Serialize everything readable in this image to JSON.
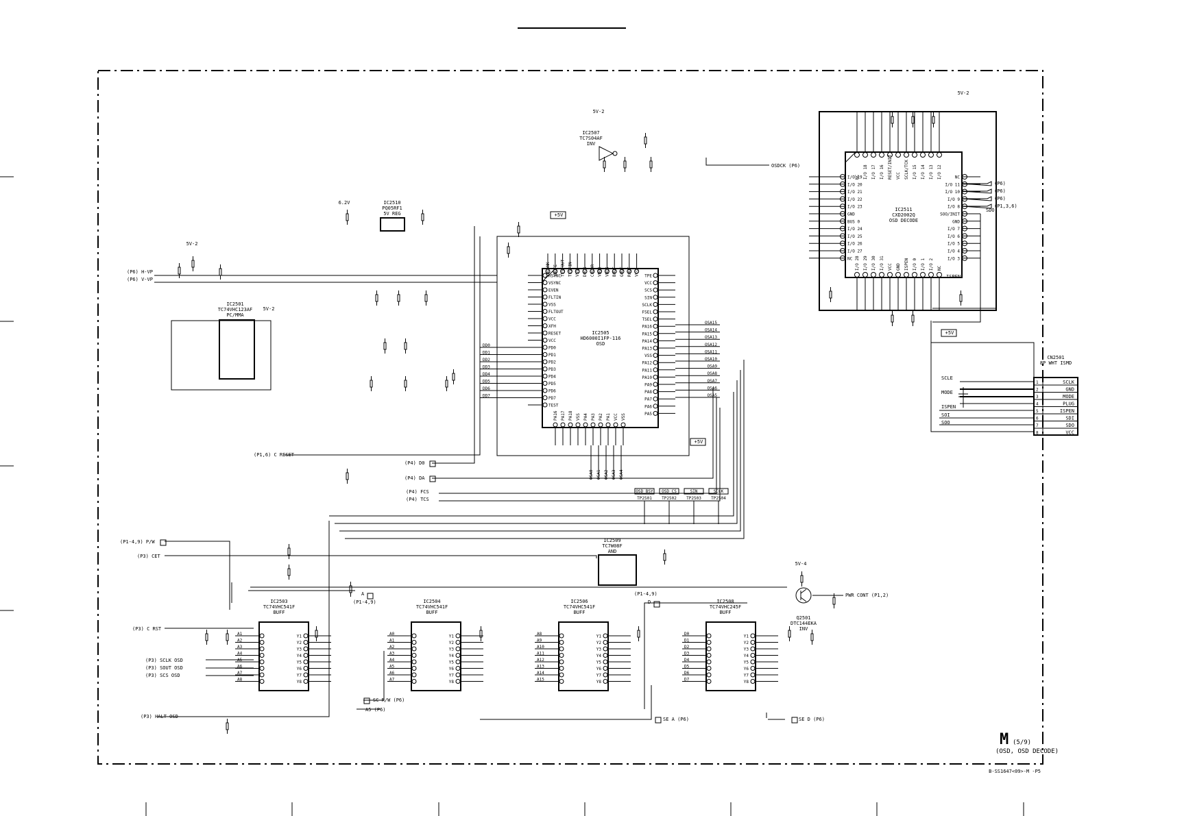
{
  "sheet": {
    "page_mark": "M",
    "page_number": "(5/9)",
    "subtitle": "(OSD, OSD DECODE)",
    "drawing_number": "B-SS1647<09>-M -P5"
  },
  "chips": {
    "ic2505": {
      "ref": "IC2505",
      "part": "HD6000I1FP-116",
      "func": "OSD"
    },
    "ic2501": {
      "ref": "IC2501",
      "part": "TC74VHC123AF",
      "func": "PC/MMA"
    },
    "ic2507": {
      "ref": "IC2507",
      "part": "TC7S04AF",
      "func": "INV"
    },
    "ic2510": {
      "ref": "IC2510",
      "part": "PQ05RF1",
      "func": "5V REG"
    },
    "ic2511": {
      "ref": "IC2511",
      "part": "CXD2002Q",
      "func": "OSD DECODE"
    },
    "ic2503": {
      "ref": "IC2503",
      "part": "TC74VHC541F",
      "func": "BUFF"
    },
    "ic2504": {
      "ref": "IC2504",
      "part": "TC74VHC541F",
      "func": "BUFF"
    },
    "ic2506": {
      "ref": "IC2506",
      "part": "TC74VHC541F",
      "func": "BUFF"
    },
    "ic2508": {
      "ref": "IC2508",
      "part": "TC74VHC245F",
      "func": "BUFF"
    },
    "ic2509": {
      "ref": "IC2509",
      "part": "TC7W08F",
      "func": "AND"
    },
    "q2501": {
      "ref": "Q2501",
      "part": "DTC144EKA",
      "func": "INV"
    }
  },
  "osd_pins": {
    "left": [
      "HSYNC",
      "VSYNC",
      "EVEN",
      "FLTIN",
      "VSS",
      "FLTOUT",
      "VCC",
      "XFH",
      "RESET",
      "VCC",
      "PD0",
      "PD1",
      "PD2",
      "PD3",
      "PD4",
      "PD5",
      "PD6",
      "PD7",
      "TEST"
    ],
    "right": [
      "TPE",
      "VCC",
      "SCS",
      "SIN",
      "SCLK",
      "FSEL",
      "TSEL",
      "PA16",
      "PA15",
      "PA14",
      "PA13",
      "VSS",
      "PA12",
      "PA11",
      "PA10",
      "PA9",
      "PA8",
      "PA7",
      "PA6",
      "PA5"
    ],
    "top": [
      "VBLANK",
      "VBUTE",
      "TESTOUT",
      "TESTIN",
      "VSS",
      "DOCK",
      "COLOR",
      "VBOX",
      "VBLK",
      "BOUT",
      "GOUT",
      "ROUT",
      "VCC"
    ],
    "bottom": [
      "PA16",
      "PA17",
      "PA18",
      "VSS",
      "PA4",
      "PA3",
      "PA2",
      "PA1",
      "VCC",
      "VSS"
    ]
  },
  "osd_data_bus": [
    "DD0",
    "DD1",
    "DD2",
    "DD3",
    "DD4",
    "DD5",
    "DD6",
    "DD7"
  ],
  "osd_addr_bus": [
    "OSA15",
    "OSA14",
    "OSA13",
    "OSA12",
    "OSA11",
    "OSA10",
    "OSA9",
    "OSA8",
    "OSA7",
    "OSA6",
    "OSA5"
  ],
  "osd_addr_bottom": [
    "OSA0",
    "OSA1",
    "OSA2",
    "OSA3",
    "OSA4"
  ],
  "decoder": {
    "left_pins": [
      "I/O 19",
      "I/O 20",
      "I/O 21",
      "I/O 22",
      "I/O 23",
      "GND",
      "BUS 0",
      "I/O 24",
      "I/O 25",
      "I/O 26",
      "I/O 27",
      "NC"
    ],
    "right_pins": [
      "NC",
      "I/O 11",
      "I/O 10",
      "I/O 9",
      "I/O 8",
      "SOO/INIT",
      "GND",
      "I/O 7",
      "I/O 6",
      "I/O 5",
      "I/O 4",
      "I/O 3"
    ],
    "top_pins": [
      "NC",
      "I/O 18",
      "I/O 17",
      "I/O 16",
      "RESET/INIT",
      "VCC",
      "SCLK/TCK",
      "I/O 15",
      "I/O 14",
      "I/O 13",
      "I/O 12"
    ],
    "bottom_pins": [
      "I/O 28",
      "I/O 29",
      "I/O 30",
      "I/O 31",
      "VCC",
      "GND",
      "ISPEN",
      "I/O 0",
      "I/O 1",
      "I/O 2",
      "NC"
    ],
    "right_ports": [
      "(P6)",
      "(P6)",
      "(P6)",
      "(P1,3,6)"
    ],
    "labels": {
      "mode": "MODE",
      "sclk": "SCLK",
      "ispen": "ISPEN",
      "sdi": "SDI",
      "sdo": "SDO"
    }
  },
  "connector": {
    "ref": "CN2501",
    "desc": "8P WHT ISMD",
    "pins": [
      {
        "n": "1",
        "name": "SCLK"
      },
      {
        "n": "2",
        "name": "GND"
      },
      {
        "n": "3",
        "name": "MODE"
      },
      {
        "n": "4",
        "name": "PLUG"
      },
      {
        "n": "5",
        "name": "ISPEN"
      },
      {
        "n": "6",
        "name": "SDI"
      },
      {
        "n": "7",
        "name": "SDO"
      },
      {
        "n": "8",
        "name": "VCC"
      }
    ]
  },
  "wire_labels": {
    "sclk": "SCLE",
    "mode": "MODE",
    "ispen": "ISPEN",
    "sdi": "SOI",
    "sdo": "SOO"
  },
  "signals": {
    "h_vp": "(P6) H-VP",
    "v_vp": "(P6) V-VP",
    "osdck": "OSDCK (P6)",
    "reset": "(P1,6) C RESET",
    "d0": "(P4) D0",
    "da": "(P4) DA",
    "fcs": "(P4) FCS",
    "tcs": "(P4) TCS",
    "pr_w": "(P1-4,9) P/W",
    "cet": "(P3) CET",
    "c_rst": "(P3) C RST",
    "sclk_osd": "(P3) SCLK OSD",
    "sout_osd": "(P3) SOUT OSD",
    "scs_osd": "(P3) SCS OSD",
    "halt_osd": "(P3) HALT OSD",
    "pwr_cont": "PWR CONT (P1,2)",
    "sc_rw": "SC R/W (P6)",
    "a5": "A5 (P6)",
    "se_a": "SE A (P6)",
    "se_d": "SE D (P6)",
    "a_p14": "A",
    "p1_4_9": "(P1-4,9)",
    "d_p14": "D"
  },
  "supplies": [
    "5V-2",
    "5V-4",
    "6.2V",
    "+5V"
  ],
  "test_points": [
    {
      "label": "OSD BSY",
      "ref": "TP2501"
    },
    {
      "label": "OSD CS",
      "ref": "TP2502"
    },
    {
      "label": "SIN",
      "ref": "TP2503"
    },
    {
      "label": "SCLK",
      "ref": "TP2504"
    }
  ],
  "buffers": {
    "b1_in": [
      "A1",
      "A2",
      "A3",
      "A4",
      "A5",
      "A6",
      "A7",
      "A8"
    ],
    "b1_out": [
      "Y1",
      "Y2",
      "Y3",
      "Y4",
      "Y5",
      "Y6",
      "Y7",
      "Y8"
    ],
    "b2_left": [
      "A0",
      "A1",
      "A2",
      "A3",
      "A4",
      "A5",
      "A6",
      "A7"
    ],
    "b3_left": [
      "A8",
      "A9",
      "A10",
      "A11",
      "A12",
      "A13",
      "A14",
      "A15"
    ],
    "b4_left": [
      "D0",
      "D1",
      "D2",
      "D3",
      "D4",
      "D5",
      "D6",
      "D7"
    ]
  }
}
